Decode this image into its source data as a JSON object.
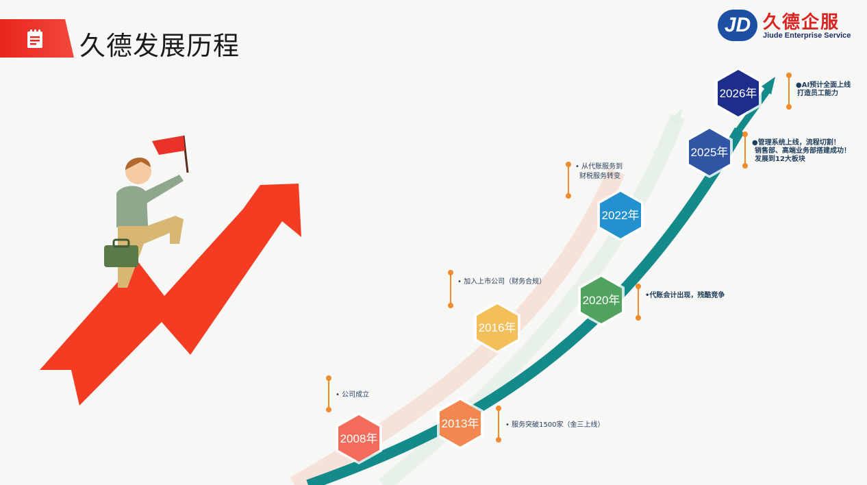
{
  "header": {
    "title": "久德发展历程"
  },
  "logo": {
    "mark": "JD",
    "name_cn": "久德企服",
    "name_en": "Jiude Enterprise Service"
  },
  "colors": {
    "brand_red": "#e8261e",
    "teal_track": "#148a8a",
    "arrow_red": "#f43c22"
  },
  "timeline": [
    {
      "year": "2008年",
      "note": "• 公司成立",
      "color": "#f26b5b"
    },
    {
      "year": "2013年",
      "note": "• 服务突破1500家（金三上线）",
      "color": "#f2874f"
    },
    {
      "year": "2016年",
      "note": "• 加入上市公司（财务合规）",
      "color": "#f3bf5a"
    },
    {
      "year": "2020年",
      "note": "•代账会计出现，残酷竞争",
      "color": "#4fa35e"
    },
    {
      "year": "2022年",
      "note_line1": "• 从代账服务到",
      "note_line2": "财税服务转变",
      "color": "#2390cf"
    },
    {
      "year": "2025年",
      "note_line1": "●管理系统上线，流程切割！",
      "note_line2": "销售部、高端业务部搭建成功！",
      "note_line3": "发展到12大板块",
      "color": "#2f55a4"
    },
    {
      "year": "2026年",
      "note_line1": "●AI预计全面上线",
      "note_line2": "打造员工能力",
      "color": "#1c2d8c"
    }
  ]
}
